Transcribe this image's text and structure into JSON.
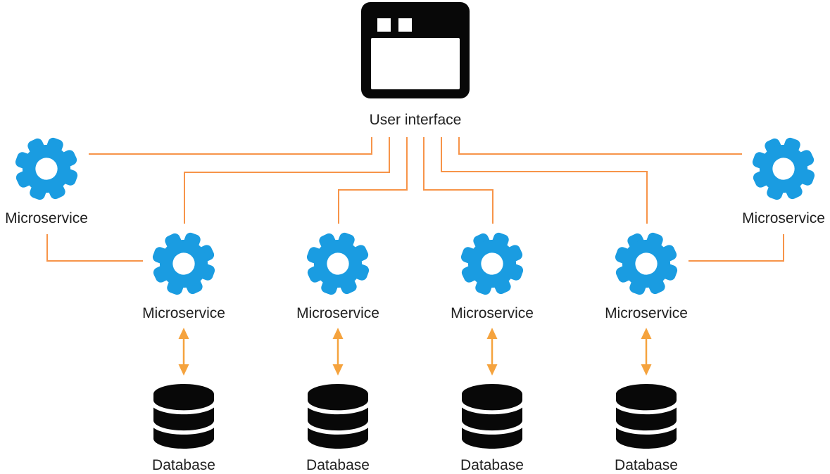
{
  "diagram": {
    "type": "microservices-architecture",
    "nodes": {
      "user_interface": {
        "label": "User interface",
        "icon": "browser-window-icon"
      },
      "microservice": {
        "label": "Microservice",
        "icon": "gear-icon",
        "count": 6
      },
      "database": {
        "label": "Database",
        "icon": "database-icon",
        "count": 4
      }
    },
    "connections": [
      {
        "from": "user-interface",
        "to": "microservice-left",
        "style": "elbow-line"
      },
      {
        "from": "user-interface",
        "to": "microservice-2",
        "style": "elbow-line"
      },
      {
        "from": "user-interface",
        "to": "microservice-3",
        "style": "elbow-line"
      },
      {
        "from": "user-interface",
        "to": "microservice-4",
        "style": "elbow-line"
      },
      {
        "from": "user-interface",
        "to": "microservice-5",
        "style": "elbow-line"
      },
      {
        "from": "user-interface",
        "to": "microservice-right",
        "style": "elbow-line"
      },
      {
        "from": "microservice-left",
        "to": "microservice-2",
        "style": "elbow-line"
      },
      {
        "from": "microservice-right",
        "to": "microservice-5",
        "style": "elbow-line"
      },
      {
        "from": "microservice-2",
        "to": "database-1",
        "style": "double-headed-arrow"
      },
      {
        "from": "microservice-3",
        "to": "database-2",
        "style": "double-headed-arrow"
      },
      {
        "from": "microservice-4",
        "to": "database-3",
        "style": "double-headed-arrow"
      },
      {
        "from": "microservice-5",
        "to": "database-4",
        "style": "double-headed-arrow"
      }
    ]
  },
  "colors": {
    "microservice_blue": "#1A9CE1",
    "connector_orange": "#F79449",
    "arrow_orange": "#F5A33E",
    "icon_black": "#080808",
    "label_text": "#212121",
    "background": "#FFFFFF"
  }
}
